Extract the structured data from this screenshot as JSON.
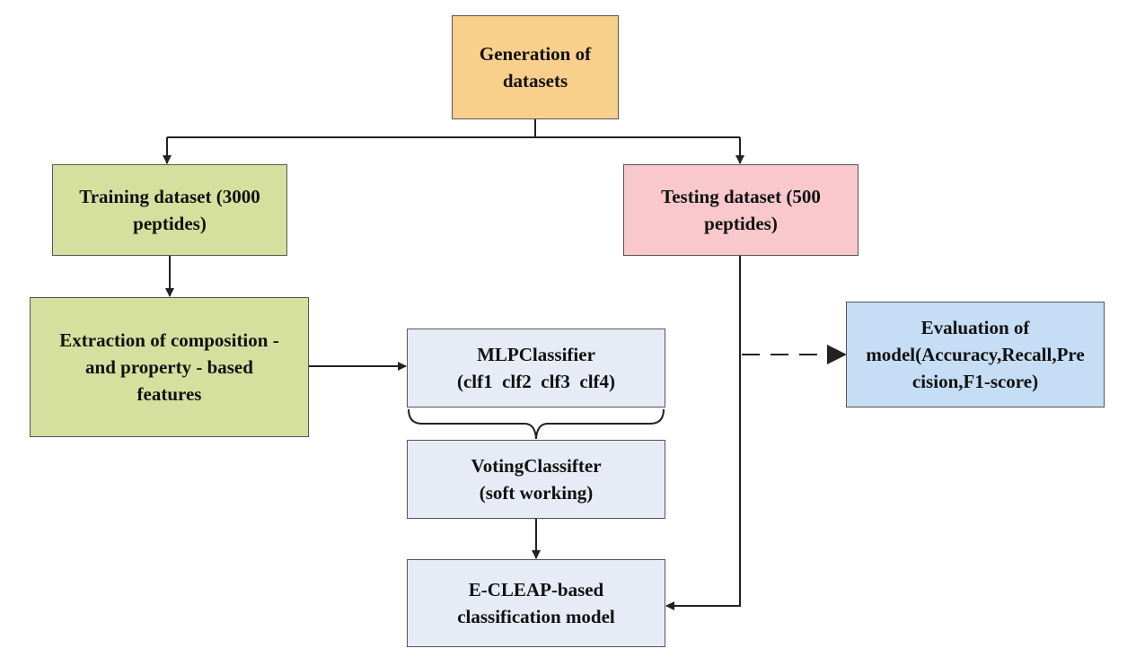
{
  "colors": {
    "generation": "#f9cf8c",
    "training": "#d6e09e",
    "testing": "#f8c8cc",
    "classifier": "#e7ebf6",
    "evaluation": "#c5ddf5",
    "border": "#555555",
    "wire": "#222222"
  },
  "nodes": {
    "generation": {
      "line1": "Generation of",
      "line2": "datasets"
    },
    "training": {
      "line1": "Training dataset (3000",
      "line2": "peptides)"
    },
    "testing": {
      "line1": "Testing dataset (500",
      "line2": "peptides)"
    },
    "features": {
      "line1": "Extraction of composition -",
      "line2": "and property - based",
      "line3": "features"
    },
    "mlp": {
      "line1": "MLPClassifier",
      "line2": "(clf1  clf2  clf3  clf4)"
    },
    "voting": {
      "line1": "VotingClassifter",
      "line2": "(soft working)"
    },
    "model": {
      "line1": "E-CLEAP-based",
      "line2": "classification model"
    },
    "evaluation": {
      "line1": "Evaluation of",
      "line2": "model(Accuracy,Recall,Pre",
      "line3": "cision,F1-score)"
    }
  }
}
